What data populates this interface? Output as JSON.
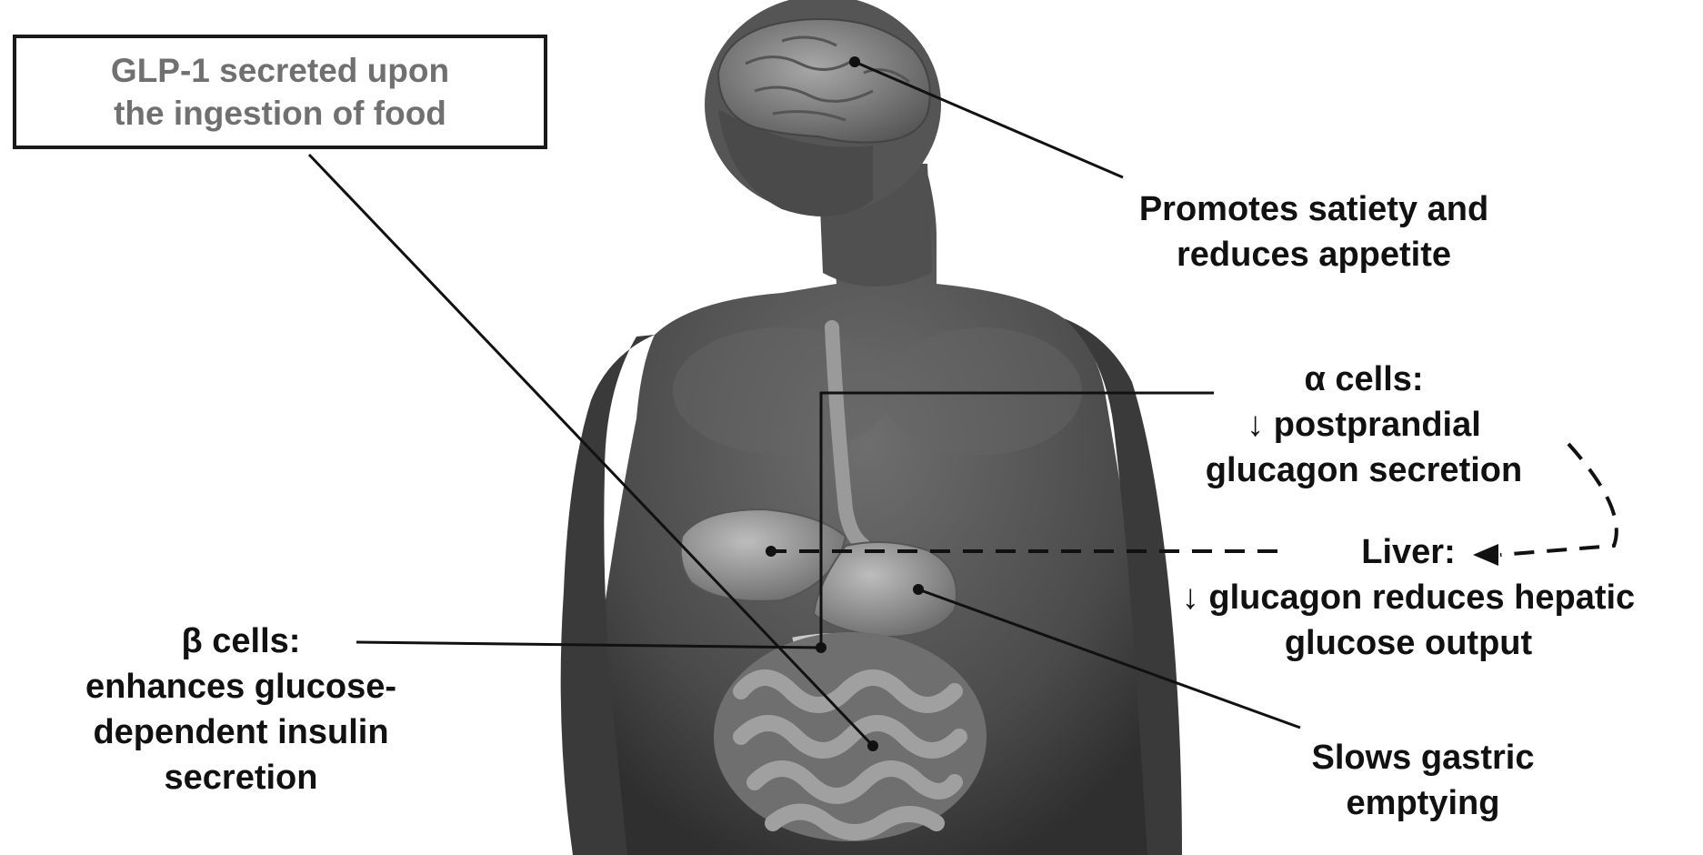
{
  "figure": {
    "colors": {
      "background": "#ffffff",
      "body_dark": "#3c3c3c",
      "body_light": "#7a7a7a",
      "organ": "#9a9a9a",
      "leader_line": "#111111",
      "box_text": "#707070",
      "label_text": "#111111"
    },
    "source_box": {
      "line1": "GLP-1 secreted upon",
      "line2": "the ingestion of food"
    },
    "brain_effect": {
      "line1": "Promotes satiety and",
      "line2": "reduces appetite"
    },
    "alpha_cells": {
      "line1": "α cells:",
      "line2": "↓ postprandial",
      "line3": "glucagon secretion"
    },
    "liver": {
      "line1": "Liver:",
      "line2": "↓ glucagon reduces hepatic",
      "line3": "glucose output"
    },
    "beta_cells": {
      "line1": "β cells:",
      "line2": "enhances glucose-",
      "line3": "dependent insulin",
      "line4": "secretion"
    },
    "stomach_effect": {
      "line1": "Slows gastric",
      "line2": "emptying"
    },
    "icons": [
      "human-torso-illustration",
      "brain-icon",
      "stomach-icon",
      "liver-icon",
      "pancreas-icon",
      "intestines-icon"
    ]
  }
}
